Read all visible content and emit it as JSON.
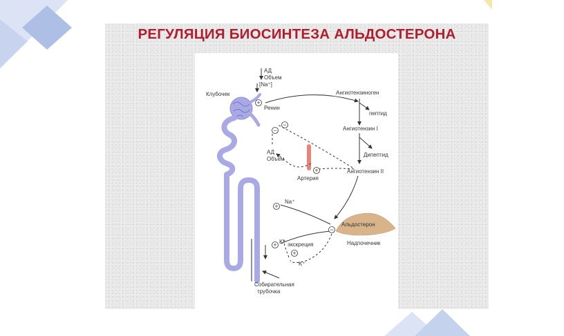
{
  "title": "РЕГУЛЯЦИЯ БИОСИНТЕЗА АЛЬДОСТЕРОНА",
  "labels": {
    "ad_top": "АД",
    "volume_top": "Объем",
    "sodium_top": "[Na⁺]",
    "glomerulus": "Клубочек",
    "renin": "Ренин",
    "angiotensinogen": "Ангиотензиноген",
    "peptide": "пептид",
    "angiotensin1": "Ангиотензин I",
    "dipeptide": "Дипептид",
    "angiotensin2": "Ангиотензин II",
    "ad_mid": "АД",
    "volume_mid": "Объем",
    "artery": "Артерия",
    "na_plus": "Na⁺",
    "aldosterone": "Альдостерон",
    "adrenal": "Надпочечник",
    "k_plus": "K⁺",
    "excretion": "экскреция",
    "k_plus_bottom": "K⁺",
    "collecting_duct_1": "Собирательная",
    "collecting_duct_2": "трубочка"
  },
  "signs": {
    "plus": "+",
    "minus": "−"
  },
  "colors": {
    "title": "#b01e2d",
    "nephron": "#a9a9e6",
    "nephron_stroke": "#8b8bcf",
    "artery": "#e8837a",
    "adrenal": "#d9b48a",
    "deco_blue": "#c5d2ee",
    "deco_yellow": "#f6e7a6"
  }
}
